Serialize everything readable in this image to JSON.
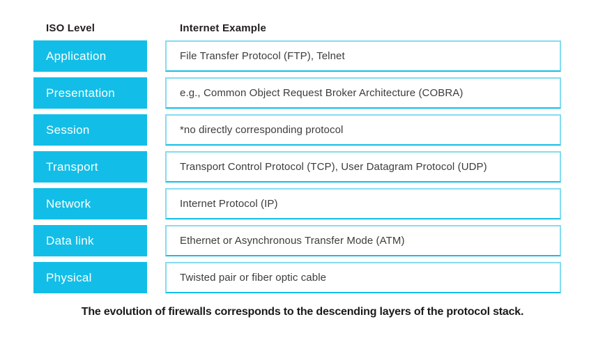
{
  "diagram": {
    "headers": {
      "left": "ISO Level",
      "right": "Internet Example"
    },
    "rows": [
      {
        "level": "Application",
        "example": "File Transfer Protocol (FTP), Telnet"
      },
      {
        "level": "Presentation",
        "example": "e.g., Common Object Request Broker Architecture (COBRA)"
      },
      {
        "level": "Session",
        "example": "*no directly corresponding protocol"
      },
      {
        "level": "Transport",
        "example": "Transport Control Protocol (TCP), User Datagram Protocol (UDP)"
      },
      {
        "level": "Network",
        "example": "Internet Protocol (IP)"
      },
      {
        "level": "Data link",
        "example": "Ethernet or Asynchronous Transfer Mode (ATM)"
      },
      {
        "level": "Physical",
        "example": "Twisted pair or fiber optic cable"
      }
    ],
    "caption": "The evolution of firewalls corresponds to the descending layers of the protocol stack.",
    "colors": {
      "cyan": "#12bee7",
      "border_light": "#84dcf0",
      "text_dark": "#3c3c3b",
      "heading": "#231f20"
    }
  }
}
